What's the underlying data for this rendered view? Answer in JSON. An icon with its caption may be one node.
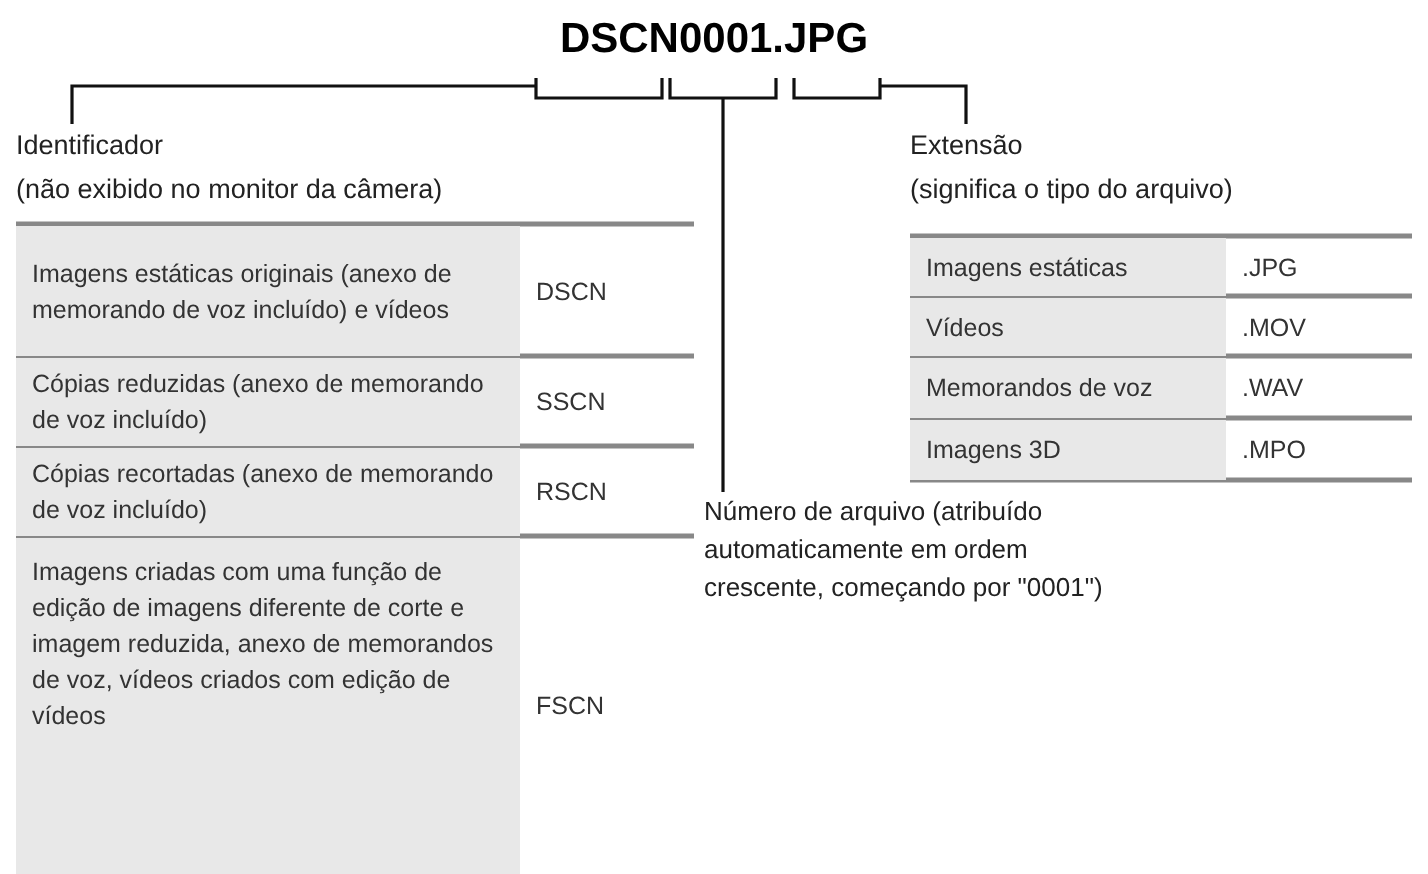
{
  "diagram": {
    "title": "DSCN0001.JPG",
    "nodes": [
      {
        "text": [],
        "shape": "bracket"
      },
      {
        "text": [],
        "shape": "bracket"
      },
      {
        "text": [],
        "shape": "bracket"
      },
      {
        "text": [
          "Identificador",
          "(não exibido no monitor da câmera)"
        ]
      },
      {
        "text": [
          "Extensão",
          "(significa o tipo do arquivo)"
        ]
      },
      {
        "text": [
          "Número de arquivo (atribuído automaticamente em ordem crescente, começando por \"0001\")"
        ]
      }
    ],
    "edges": [
      {
        "from": 3,
        "to": 0,
        "arrow": "none"
      },
      {
        "from": 5,
        "to": 1,
        "arrow": "none"
      },
      {
        "from": 4,
        "to": 2,
        "arrow": "none"
      }
    ],
    "labels": [
      "Imagens estáticas originais (anexo de memorando de voz incluído) e vídeos",
      "DSCN",
      "Cópias reduzidas (anexo de memorando de voz incluído)",
      "SSCN",
      "Cópias recortadas (anexo de memorando de voz incluído)",
      "RSCN",
      "Imagens criadas com uma função de edição de imagens diferente de corte e imagem reduzida, anexo de memorandos de voz, vídeos criados com edição de vídeos",
      "FSCN",
      "Imagens estáticas",
      ".JPG",
      "Vídeos",
      ".MOV",
      "Memorandos de voz",
      ".WAV",
      "Imagens 3D",
      ".MPO"
    ]
  }
}
